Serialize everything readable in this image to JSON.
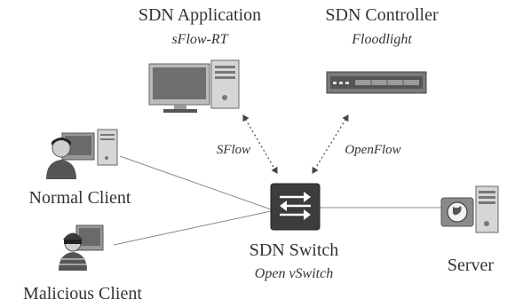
{
  "nodes": {
    "app": {
      "title": "SDN Application",
      "subtitle": "sFlow-RT"
    },
    "controller": {
      "title": "SDN Controller",
      "subtitle": "Floodlight"
    },
    "switch": {
      "title": "SDN Switch",
      "subtitle": "Open vSwitch"
    },
    "normal_client": {
      "title": "Normal Client"
    },
    "malicious_client": {
      "title": "Malicious Client"
    },
    "server": {
      "title": "Server"
    }
  },
  "edges": {
    "sflow": "SFlow",
    "openflow": "OpenFlow"
  },
  "icons": {
    "app": "computer-workstation-icon",
    "controller": "network-appliance-icon",
    "switch": "switch-icon",
    "normal_client": "user-computer-icon",
    "malicious_client": "hacker-computer-icon",
    "server": "globe-server-icon"
  }
}
